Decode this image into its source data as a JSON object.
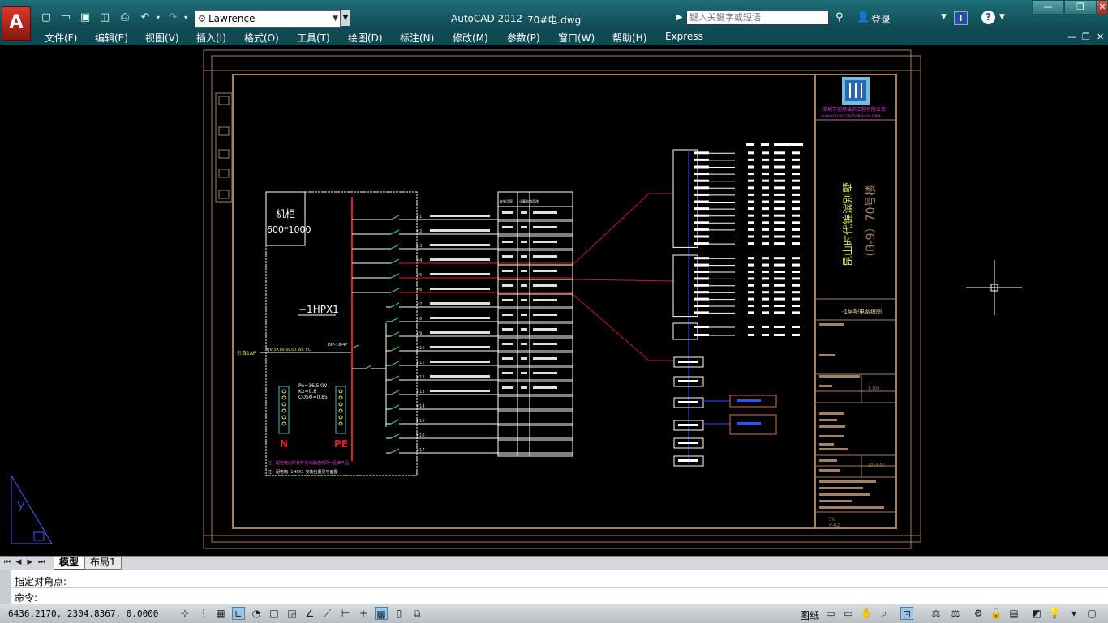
{
  "app": {
    "logo_letter": "A",
    "title": "AutoCAD 2012",
    "file_name": "70#电.dwg",
    "workspace": "Lawrence",
    "search_placeholder": "键入关键字或短语",
    "login_label": "登录",
    "help_symbol": "?",
    "exchange_symbol": "!"
  },
  "window_controls": {
    "minimize": "—",
    "restore": "❐",
    "close": "✕"
  },
  "quick_access": [
    "new-icon",
    "open-icon",
    "save-icon",
    "saveas-icon",
    "print-icon",
    "undo-icon",
    "redo-icon"
  ],
  "menu": [
    "文件(F)",
    "编辑(E)",
    "视图(V)",
    "插入(I)",
    "格式(O)",
    "工具(T)",
    "绘图(D)",
    "标注(N)",
    "修改(M)",
    "参数(P)",
    "窗口(W)",
    "帮助(H)",
    "Express"
  ],
  "drawing": {
    "cabinet_title": "机柜",
    "cabinet_size": "600*1000",
    "panel_label": "−1HPX1",
    "incoming_label": "引自1AP",
    "breaker_label": "DIP-16/4P",
    "calc_pe": "Pe=16.5KW",
    "calc_kx": "Kx=0.8",
    "calc_cos": "COSΦ=0.85",
    "n_bar_label": "N",
    "pe_bar_label": "PE",
    "circuits": [
      "n1",
      "n2",
      "n3",
      "n4",
      "n5",
      "n6",
      "n7",
      "n8",
      "n9",
      "n10",
      "n11",
      "n12",
      "n13",
      "n14",
      "n15",
      "n16",
      "n17"
    ],
    "table_headers": [
      "安装功率",
      "计算电流",
      "用途"
    ],
    "company_name": "深圳市创意装饰工程有限公司",
    "company_name_en": "CHUANGYI DECORATION SHEN ZHEN",
    "project_name": "昆山时代锦滨别墅",
    "building_name": "（B-9）70号楼",
    "sheet_title": "-1层配电系统图",
    "sheet_number": "70",
    "sheet_sub": "P-02",
    "scale_value": "1:100",
    "date_value": "2014.05"
  },
  "tabs": {
    "model": "模型",
    "layout": "布局1"
  },
  "command": {
    "history": "指定对角点:",
    "prompt": "命令:"
  },
  "status": {
    "coordinates": "6436.2170,  2304.8367,  0.0000",
    "paper": "图纸"
  },
  "colors": {
    "titlebar": "#1f6e78",
    "frame": "#a57f62",
    "busbar": "#e02020",
    "green_line": "#40e040",
    "label_yellow": "#f0e060",
    "label_magenta": "#e040e0",
    "blue_line": "#3050ff"
  }
}
